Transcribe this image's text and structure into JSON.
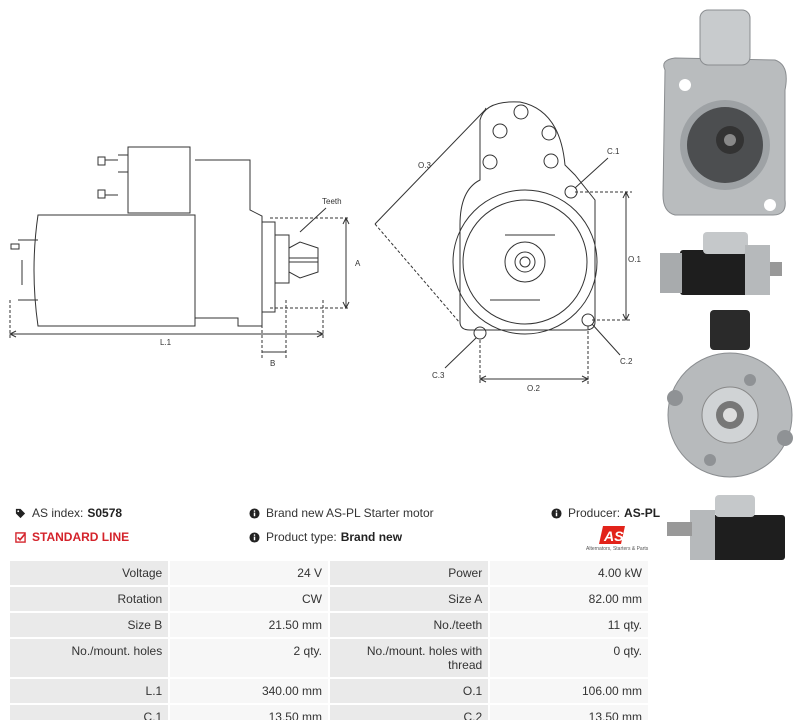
{
  "drawing_labels": {
    "teeth": "Teeth",
    "a": "A",
    "b": "B",
    "l1": "L.1",
    "o3": "O.3",
    "c1": "C.1",
    "o1": "O.1",
    "c2": "C.2",
    "c3": "C.3",
    "o2": "O.2"
  },
  "info": {
    "index_label": "AS index:",
    "index_value": "S0578",
    "standard_line": "STANDARD LINE",
    "description": "Brand new AS-PL Starter motor",
    "product_type_label": "Product type:",
    "product_type_value": "Brand new",
    "producer_label": "Producer:",
    "producer_value": "AS-PL"
  },
  "logo": {
    "text": "AS",
    "tagline": "Alternators, Starters & Parts",
    "color": "#e2231a"
  },
  "specs": [
    {
      "k1": "Voltage",
      "v1": "24 V",
      "k2": "Power",
      "v2": "4.00 kW"
    },
    {
      "k1": "Rotation",
      "v1": "CW",
      "k2": "Size A",
      "v2": "82.00 mm"
    },
    {
      "k1": "Size B",
      "v1": "21.50 mm",
      "k2": "No./teeth",
      "v2": "11 qty."
    },
    {
      "k1": "No./mount. holes",
      "v1": "2 qty.",
      "k2": "No./mount. holes with thread",
      "v2": "0 qty."
    },
    {
      "k1": "L.1",
      "v1": "340.00 mm",
      "k2": "O.1",
      "v2": "106.00 mm"
    },
    {
      "k1": "C.1",
      "v1": "13.50 mm",
      "k2": "C.2",
      "v2": "13.50 mm"
    }
  ]
}
